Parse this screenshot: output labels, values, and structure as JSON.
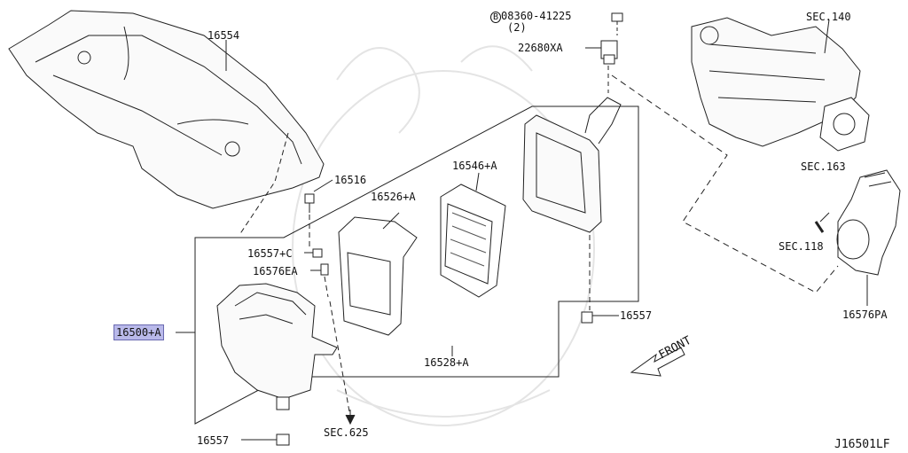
{
  "diagram_code": "J16501LF",
  "front_label": "FRONT",
  "parts": {
    "p16554": "16554",
    "p16516": "16516",
    "p16526a": "16526+A",
    "p16546a": "16546+A",
    "p16557c": "16557+C",
    "p16576ea": "16576EA",
    "p16500a": "16500+A",
    "p16528a": "16528+A",
    "p16557_right": "16557",
    "p16557_bottom": "16557",
    "p08360": "08360-41225",
    "p08360_qty": "(2)",
    "p08360_prefix": "B",
    "p22680xa": "22680XA",
    "p16576pa": "16576PA"
  },
  "sections": {
    "s140": "SEC.140",
    "s163": "SEC.163",
    "s118": "SEC.118",
    "s625": "SEC.625"
  },
  "highlighted_part": "16500+A",
  "highlight_color": "#b9b9ea"
}
